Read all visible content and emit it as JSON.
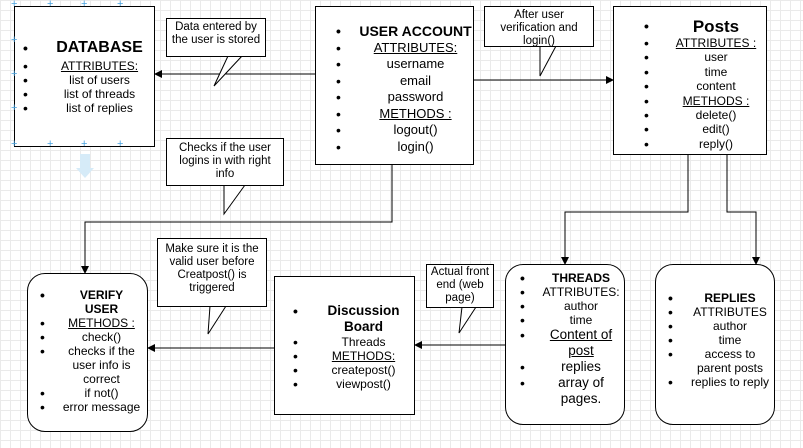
{
  "database": {
    "title": "DATABASE",
    "attributes_label": "ATTRIBUTES:",
    "attributes": [
      "list of users",
      "list of threads",
      "list of replies"
    ]
  },
  "user_account": {
    "title": "USER ACCOUNT",
    "attributes_label": "ATTRIBUTES:",
    "attributes": [
      "username",
      "email",
      "password"
    ],
    "methods_label": "METHODS :",
    "methods": [
      "logout()",
      "login()"
    ]
  },
  "posts": {
    "title": "Posts",
    "attributes_label": "ATTRIBUTES :",
    "attributes": [
      "user",
      "time",
      "content"
    ],
    "methods_label": "METHODS :",
    "methods": [
      "delete()",
      "edit()",
      "reply()"
    ]
  },
  "verify_user": {
    "title": "VERIFY USER",
    "methods_label": "METHODS :",
    "methods": [
      "check()",
      "checks if the user info is correct",
      "if not()",
      "error message"
    ]
  },
  "discussion_board": {
    "title": "Discussion Board",
    "attributes": [
      "Threads"
    ],
    "methods_label": "METHODS:",
    "methods": [
      "createpost()",
      "viewpost()"
    ]
  },
  "threads": {
    "title": "THREADS",
    "attributes_label": "ATTRIBUTES:",
    "attributes": [
      "author",
      "time"
    ],
    "extra": [
      "Content of post",
      "replies",
      "array of pages."
    ]
  },
  "replies": {
    "title": "REPLIES",
    "attributes_label": "ATTRIBUTES",
    "attributes": [
      "author",
      "time",
      "access to parent posts",
      "replies to reply"
    ]
  },
  "callouts": {
    "data_stored": "Data entered by the user is stored",
    "after_verification": "After user verification and login()",
    "checks_login": "Checks if the user logins in with right info",
    "valid_user": "Make sure it is the valid user before Creatpost() is triggered",
    "front_end": "Actual front end (web page)"
  }
}
